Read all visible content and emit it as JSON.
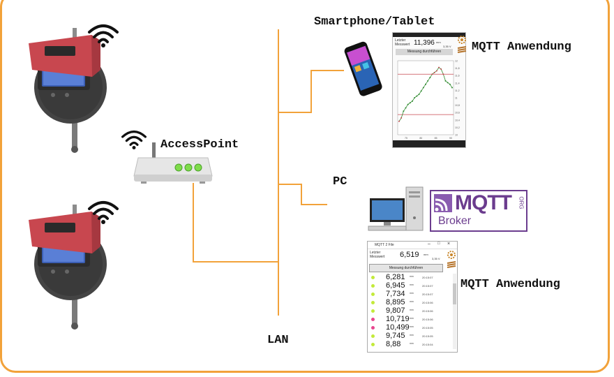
{
  "labels": {
    "smartphone": "Smartphone/Tablet",
    "mqtt_app_top": "MQTT Anwendung",
    "accesspoint": "AccessPoint",
    "pc": "PC",
    "mqtt_app_bottom": "MQTT Anwendung",
    "lan": "LAN"
  },
  "broker_logo": {
    "text": "MQTT",
    "org": "ORG",
    "sub": "Broker"
  },
  "phone_app": {
    "caption_line1": "Letzter",
    "caption_line2": "Messwert",
    "value": "11,396",
    "unit": "mm",
    "battery": "3,35 V",
    "button": "Messung durchführen",
    "y_ticks": [
      "12",
      "11,8",
      "11,6",
      "11,4",
      "11,2",
      "11",
      "10,8",
      "10,6",
      "10,4",
      "10,2",
      "10"
    ],
    "x_ticks": [
      "75",
      "80",
      "85",
      "90"
    ],
    "series": [
      10.4,
      10.5,
      10.7,
      10.8,
      10.9,
      10.95,
      11.0,
      11.1,
      11.15,
      11.2,
      11.3,
      11.4,
      11.5,
      11.6,
      11.7,
      11.8,
      11.85,
      11.9,
      12.0,
      11.95,
      11.8,
      11.6,
      11.55,
      11.5,
      11.4
    ]
  },
  "pc_app": {
    "window_title": "MQTT 2 File",
    "caption_line1": "Letzter",
    "caption_line2": "Messwert",
    "value": "6,519",
    "unit": "mm",
    "battery": "3,35 V",
    "button": "Messung durchführen",
    "rows": [
      {
        "value": "6,281",
        "status": "green",
        "ts": "20:15:07"
      },
      {
        "value": "6,945",
        "status": "green",
        "ts": "20:15:07"
      },
      {
        "value": "7,734",
        "status": "green",
        "ts": "20:15:07"
      },
      {
        "value": "8,895",
        "status": "green",
        "ts": "20:15:06"
      },
      {
        "value": "9,807",
        "status": "green",
        "ts": "20:15:06"
      },
      {
        "value": "10,719",
        "status": "pink",
        "ts": "20:15:06"
      },
      {
        "value": "10,499",
        "status": "pink",
        "ts": "20:15:05"
      },
      {
        "value": "9,745",
        "status": "green",
        "ts": "20:15:05"
      },
      {
        "value": "8,88",
        "status": "green",
        "ts": "20:15:04"
      }
    ]
  },
  "colors": {
    "line": "#f2a23a",
    "device_red": "#c8474f",
    "led_green": "#7fdc4a",
    "mqtt_purple": "#6b3c8e"
  }
}
